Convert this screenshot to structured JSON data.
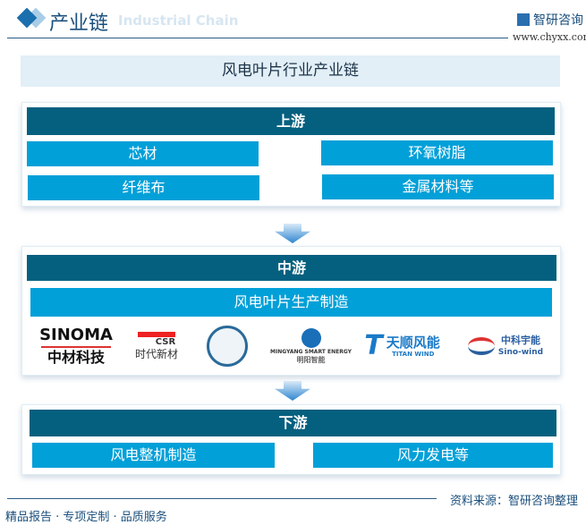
{
  "header": {
    "title": "产业链",
    "subtitle": "Industrial Chain",
    "brand": "智研咨询",
    "url": "www.chyxx.com"
  },
  "chart_title": "风电叶片行业产业链",
  "upstream": {
    "label": "上游",
    "items": [
      "芯材",
      "环氧树脂",
      "纤维布",
      "金属材料等"
    ]
  },
  "midstream": {
    "label": "中游",
    "item": "风电叶片生产制造",
    "logos": [
      {
        "name": "sinoma",
        "text": "SINOMA",
        "sub": "中材科技"
      },
      {
        "name": "csr",
        "text": "CSR",
        "sub": "时代新材"
      },
      {
        "name": "emblem",
        "text": "",
        "sub": ""
      },
      {
        "name": "mingyang",
        "text": "MINGYANG SMART ENERGY",
        "sub": "明阳智能"
      },
      {
        "name": "titan",
        "text": "天顺风能",
        "sub": "TITAN WIND"
      },
      {
        "name": "sinowind",
        "text": "中科宇能",
        "sub": "Sino-wind"
      }
    ]
  },
  "downstream": {
    "label": "下游",
    "items": [
      "风电整机制造",
      "风力发电等"
    ]
  },
  "footer": {
    "source": "资料来源：智研咨询整理",
    "slogan": "精品报告 · 专项定制 · 品质服务"
  },
  "colors": {
    "header": "#05607f",
    "item": "#02a0d8"
  }
}
